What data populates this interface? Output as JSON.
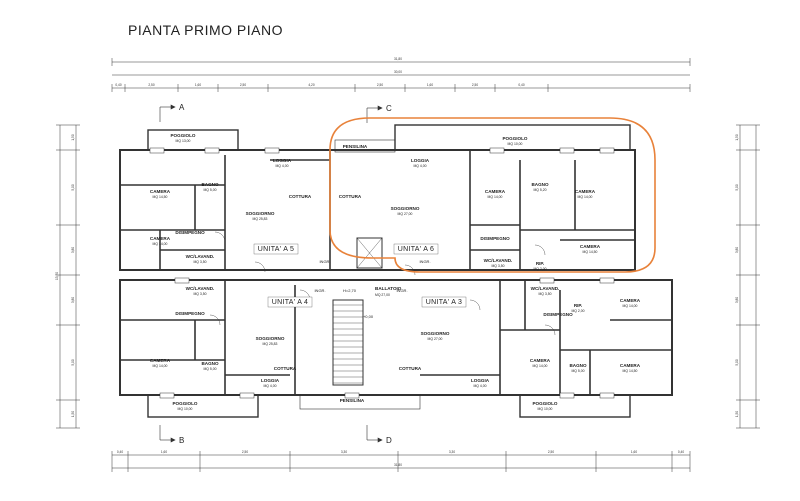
{
  "title": "PIANTA PRIMO PIANO",
  "units": [
    "UNITA' A 5",
    "UNITA' A 6",
    "UNITA' A 4",
    "UNITA' A 3"
  ],
  "section_marks": [
    "A",
    "B",
    "C",
    "D"
  ],
  "rooms": [
    {
      "label": "POGGIOLO",
      "area": "MQ 13,00"
    },
    {
      "label": "LOGGIA",
      "area": "MQ 4,00"
    },
    {
      "label": "PENSILINA",
      "area": ""
    },
    {
      "label": "CAMERA",
      "area": "MQ 14,50"
    },
    {
      "label": "BAGNO",
      "area": "MQ 5,00"
    },
    {
      "label": "SOGGIORNO",
      "area": "MQ 25,83"
    },
    {
      "label": "COTTURA",
      "area": ""
    },
    {
      "label": "DISIMPEGNO",
      "area": ""
    },
    {
      "label": "WC/LAVAND.",
      "area": "MQ 3,50"
    },
    {
      "label": "CAMERA",
      "area": "MQ 14,00"
    },
    {
      "label": "POGGIOLO",
      "area": "MQ 10,00"
    },
    {
      "label": "LOGGIA",
      "area": "MQ 4,00"
    },
    {
      "label": "CAMERA",
      "area": "MQ 14,00"
    },
    {
      "label": "BAGNO",
      "area": "MQ 5,20"
    },
    {
      "label": "CAMERA",
      "area": "MQ 14,00"
    },
    {
      "label": "COTTURA",
      "area": ""
    },
    {
      "label": "SOGGIORNO",
      "area": "MQ 27,00"
    },
    {
      "label": "DISIMPEGNO",
      "area": ""
    },
    {
      "label": "WC/LAVAND.",
      "area": "MQ 3,50"
    },
    {
      "label": "RIP.",
      "area": "MQ 2,00"
    },
    {
      "label": "CAMERA",
      "area": "MQ 14,50"
    },
    {
      "label": "WC/LAVAND.",
      "area": "MQ 3,50"
    },
    {
      "label": "DISIMPEGNO",
      "area": ""
    },
    {
      "label": "CAMERA",
      "area": "MQ 14,00"
    },
    {
      "label": "BAGNO",
      "area": "MQ 5,00"
    },
    {
      "label": "SOGGIORNO",
      "area": "MQ 25,83"
    },
    {
      "label": "COTTURA",
      "area": ""
    },
    {
      "label": "LOGGIA",
      "area": "MQ 4,00"
    },
    {
      "label": "POGGIOLO",
      "area": "MQ 10,00"
    },
    {
      "label": "WC/LAVAND.",
      "area": "MQ 3,50"
    },
    {
      "label": "RIP.",
      "area": "MQ 2,00"
    },
    {
      "label": "DISIMPEGNO",
      "area": ""
    },
    {
      "label": "CAMERA",
      "area": "MQ 14,00"
    },
    {
      "label": "SOGGIORNO",
      "area": "MQ 27,00"
    },
    {
      "label": "CAMERA",
      "area": "MQ 14,00"
    },
    {
      "label": "BAGNO",
      "area": "MQ 5,00"
    },
    {
      "label": "CAMERA",
      "area": "MQ 14,50"
    },
    {
      "label": "COTTURA",
      "area": ""
    },
    {
      "label": "LOGGIA",
      "area": "MQ 4,00"
    },
    {
      "label": "POGGIOLO",
      "area": "MQ 10,00"
    },
    {
      "label": "PENSILINA",
      "area": ""
    }
  ],
  "circulation": {
    "ballatoio": "BALLATOIO",
    "ballatoio_area": "MQ 27,00",
    "height": "H=2,70",
    "ingr": "INGR.",
    "level": "+0,00"
  },
  "dimensions": {
    "overall": "31,80",
    "overall_inner": "30,00",
    "partial": [
      "0,40",
      "2,50",
      "1,60",
      "2,50",
      "4,20",
      "2,50",
      "1,60",
      "2,50",
      "0,40"
    ],
    "lower": [
      "0,40",
      "1,60",
      "2,50",
      "3,30",
      "3,30",
      "2,50",
      "1,60",
      "0,40"
    ],
    "right_side": [
      "1,50",
      "5,00",
      "3,80",
      "3,80",
      "5,00",
      "1,50"
    ],
    "overall_height": "13,70"
  },
  "colors": {
    "highlight": "#e8823a",
    "ink": "#333333"
  }
}
